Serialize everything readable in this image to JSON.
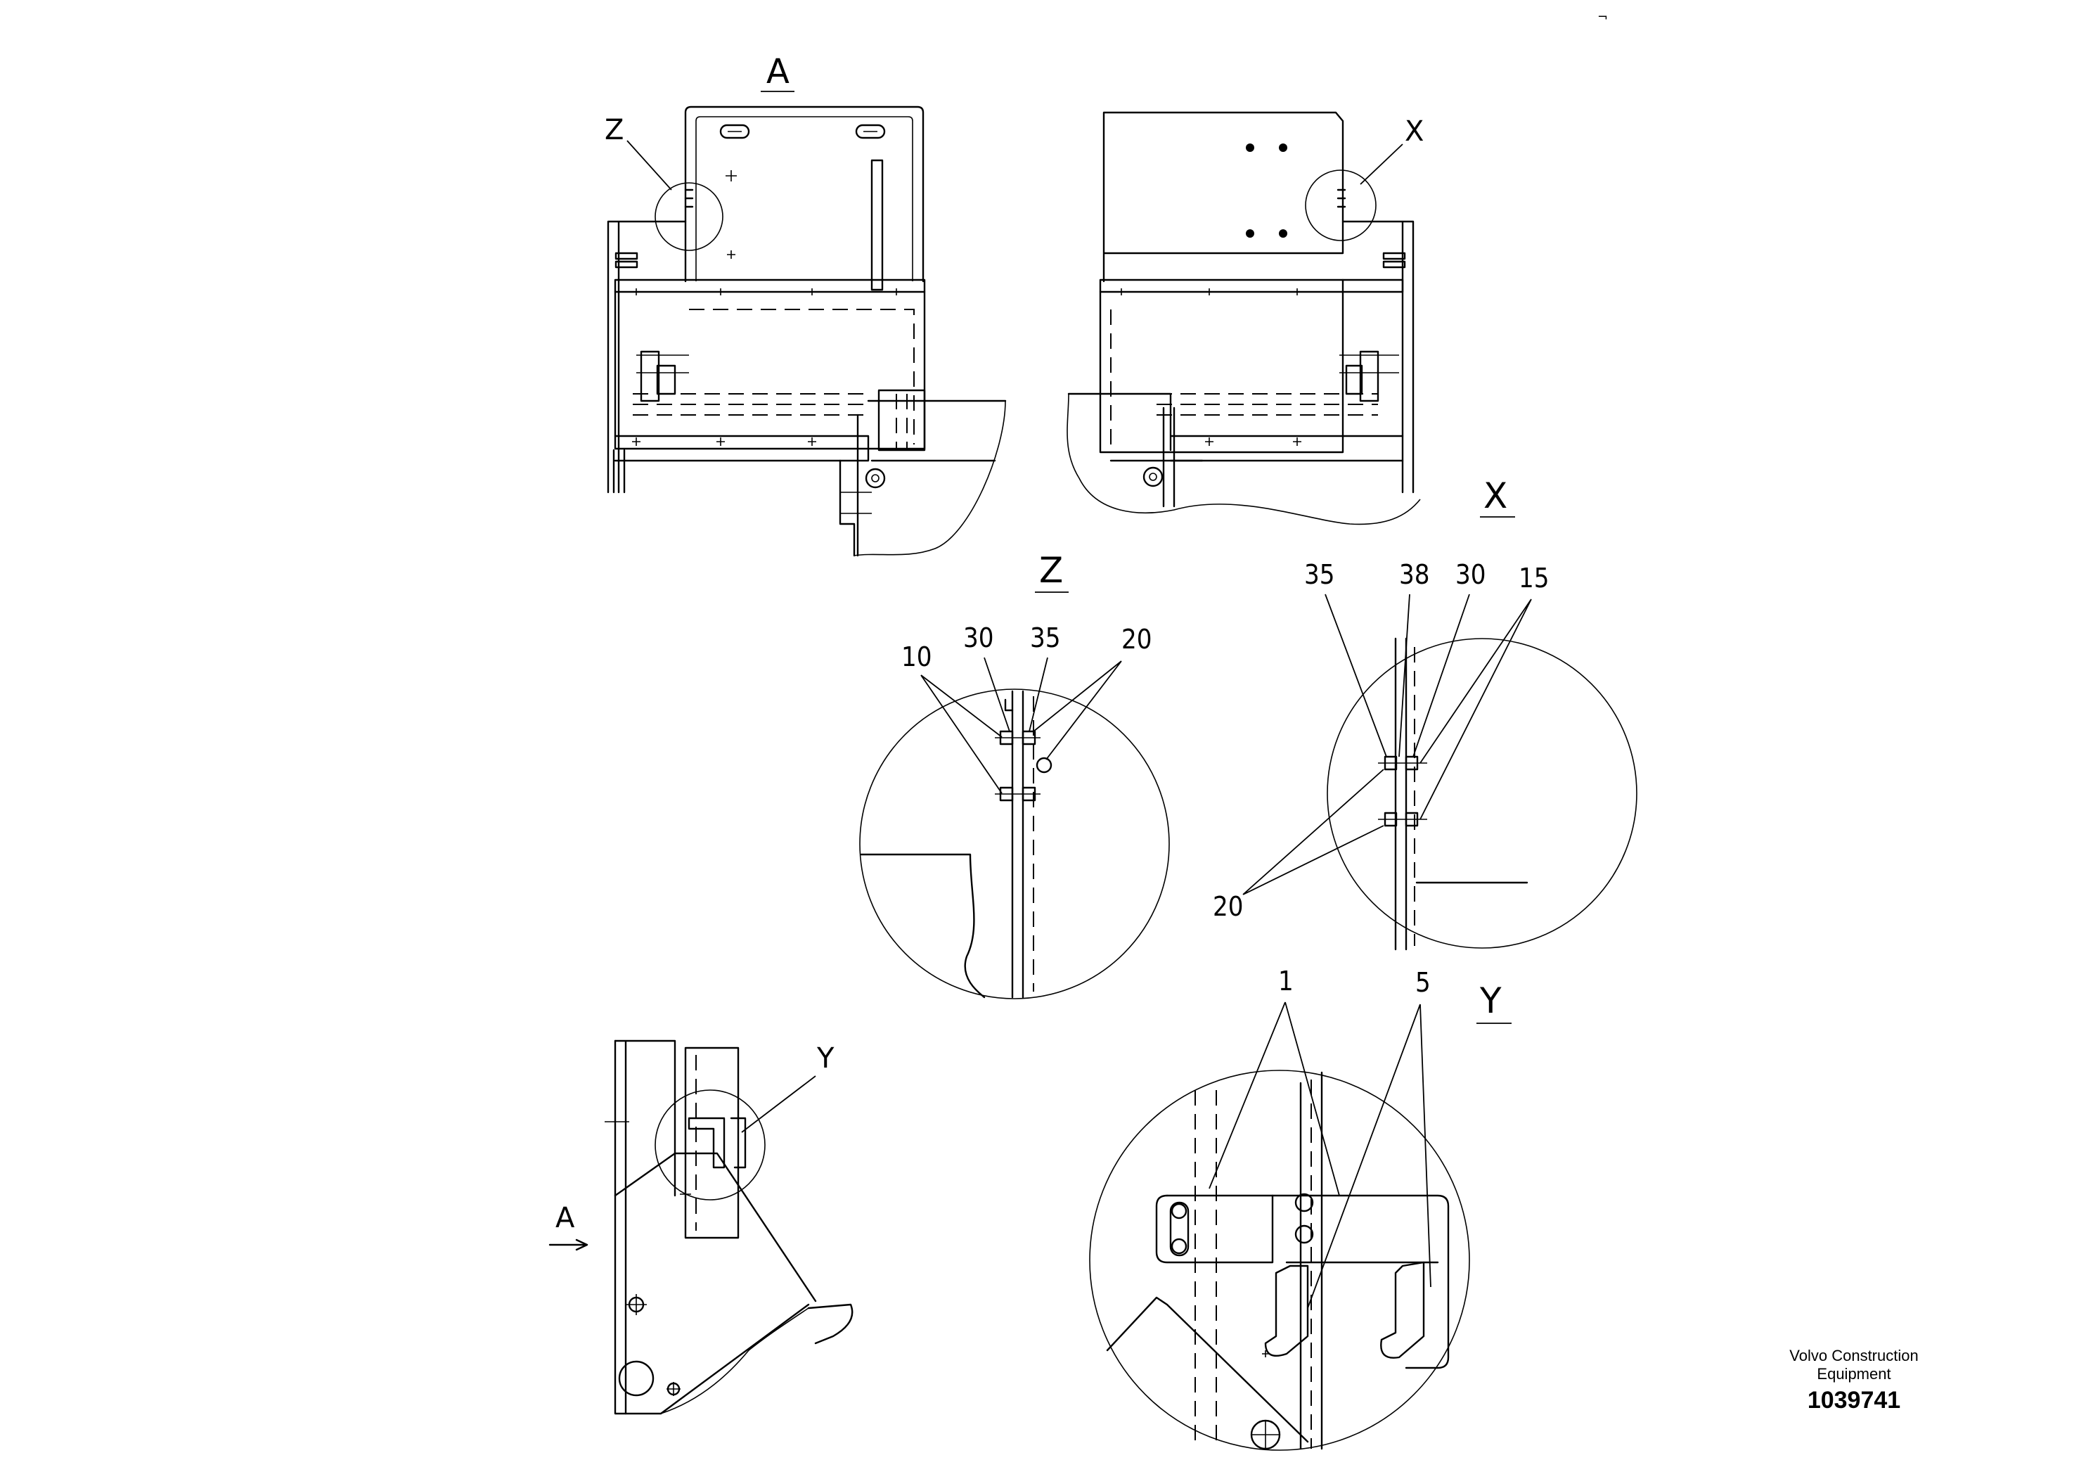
{
  "views": {
    "view_a": "A",
    "view_x": "X",
    "view_z": "Z",
    "view_y": "Y",
    "arrow_a": "A"
  },
  "callouts": {
    "z_ref": "Z",
    "x_ref": "X",
    "y_ref": "Y"
  },
  "detail_z": {
    "items": [
      "10",
      "30",
      "35",
      "20"
    ]
  },
  "detail_x": {
    "items": [
      "35",
      "38",
      "30",
      "15",
      "20"
    ]
  },
  "detail_y": {
    "items": [
      "1",
      "5"
    ]
  },
  "title_block": {
    "company_line1": "Volvo Construction",
    "company_line2": "Equipment",
    "drawing_number": "1039741"
  },
  "corner_mark": "¬"
}
